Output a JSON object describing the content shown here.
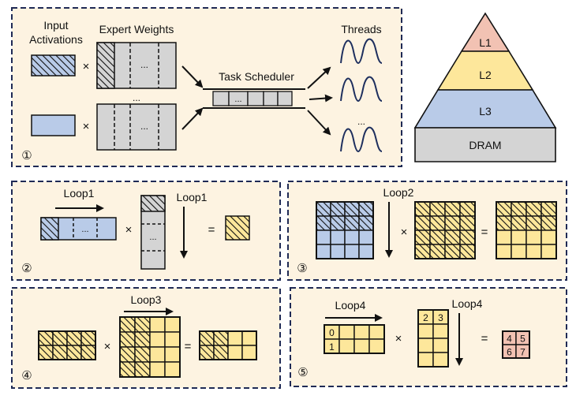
{
  "panel1": {
    "input_activations_line1": "Input",
    "input_activations_line2": "Activations",
    "expert_weights": "Expert Weights",
    "task_scheduler": "Task Scheduler",
    "threads": "Threads",
    "times": "×",
    "ellipsis": "...",
    "circled": "①"
  },
  "pyramid": {
    "levels": [
      "L1",
      "L2",
      "L3",
      "DRAM"
    ]
  },
  "panel2": {
    "loop_h": "Loop1",
    "loop_v": "Loop1",
    "times": "×",
    "equals": "=",
    "ellipsis": "...",
    "circled": "②"
  },
  "panel3": {
    "loop": "Loop2",
    "times": "×",
    "equals": "=",
    "circled": "③"
  },
  "panel4": {
    "loop": "Loop3",
    "times": "×",
    "equals": "=",
    "circled": "④"
  },
  "panel5": {
    "loop_h": "Loop4",
    "loop_v": "Loop4",
    "times": "×",
    "equals": "=",
    "circled": "⑤",
    "left_labels": [
      "0",
      "1"
    ],
    "right_labels": [
      "2",
      "3"
    ],
    "result_labels": [
      "4",
      "5",
      "6",
      "7"
    ]
  },
  "colors": {
    "panel_bg": "#fdf3e1",
    "panel_border": "#1f2a55",
    "blue": "#b9cbe8",
    "gray": "#d4d4d4",
    "yellow": "#fde79b",
    "pink": "#f2c2b3",
    "thread": "#1e2f5e"
  }
}
